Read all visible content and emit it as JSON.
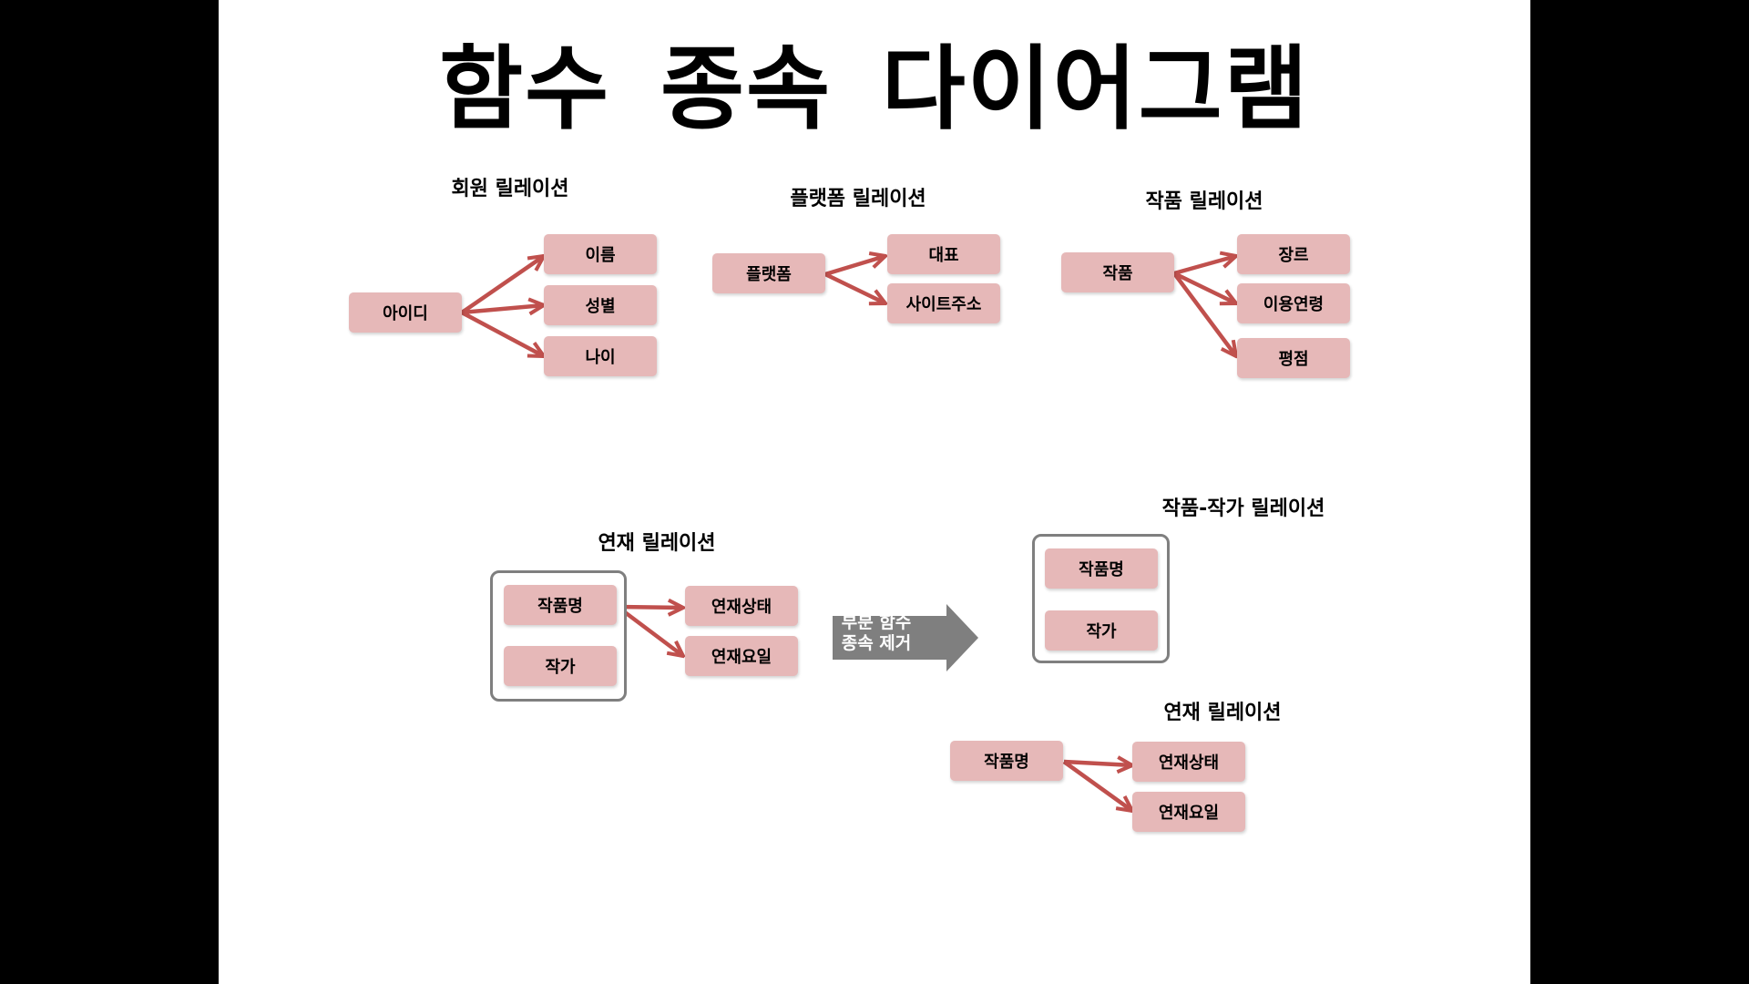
{
  "title": "함수 종속 다이어그램",
  "colors": {
    "box_fill": "#e6b8b8",
    "arrow": "#c0504d",
    "frame": "#7f7f7f",
    "big_arrow": "#7f7f7f"
  },
  "member": {
    "label": "회원 릴레이션",
    "key": "아이디",
    "attrs": [
      "이름",
      "성별",
      "나이"
    ]
  },
  "platform": {
    "label": "플랫폼 릴레이션",
    "key": "플랫폼",
    "attrs": [
      "대표",
      "사이트주소"
    ]
  },
  "work": {
    "label": "작품 릴레이션",
    "key": "작품",
    "attrs": [
      "장르",
      "이용연령",
      "평점"
    ]
  },
  "serial": {
    "label": "연재 릴레이션",
    "keys": [
      "작품명",
      "작가"
    ],
    "attrs": [
      "연재상태",
      "연재요일"
    ]
  },
  "transform": {
    "line1": "부분 함수",
    "line2": "종속 제거"
  },
  "work_author": {
    "label": "작품-작가 릴레이션",
    "keys": [
      "작품명",
      "작가"
    ]
  },
  "serial_result": {
    "label": "연재 릴레이션",
    "key": "작품명",
    "attrs": [
      "연재상태",
      "연재요일"
    ]
  }
}
